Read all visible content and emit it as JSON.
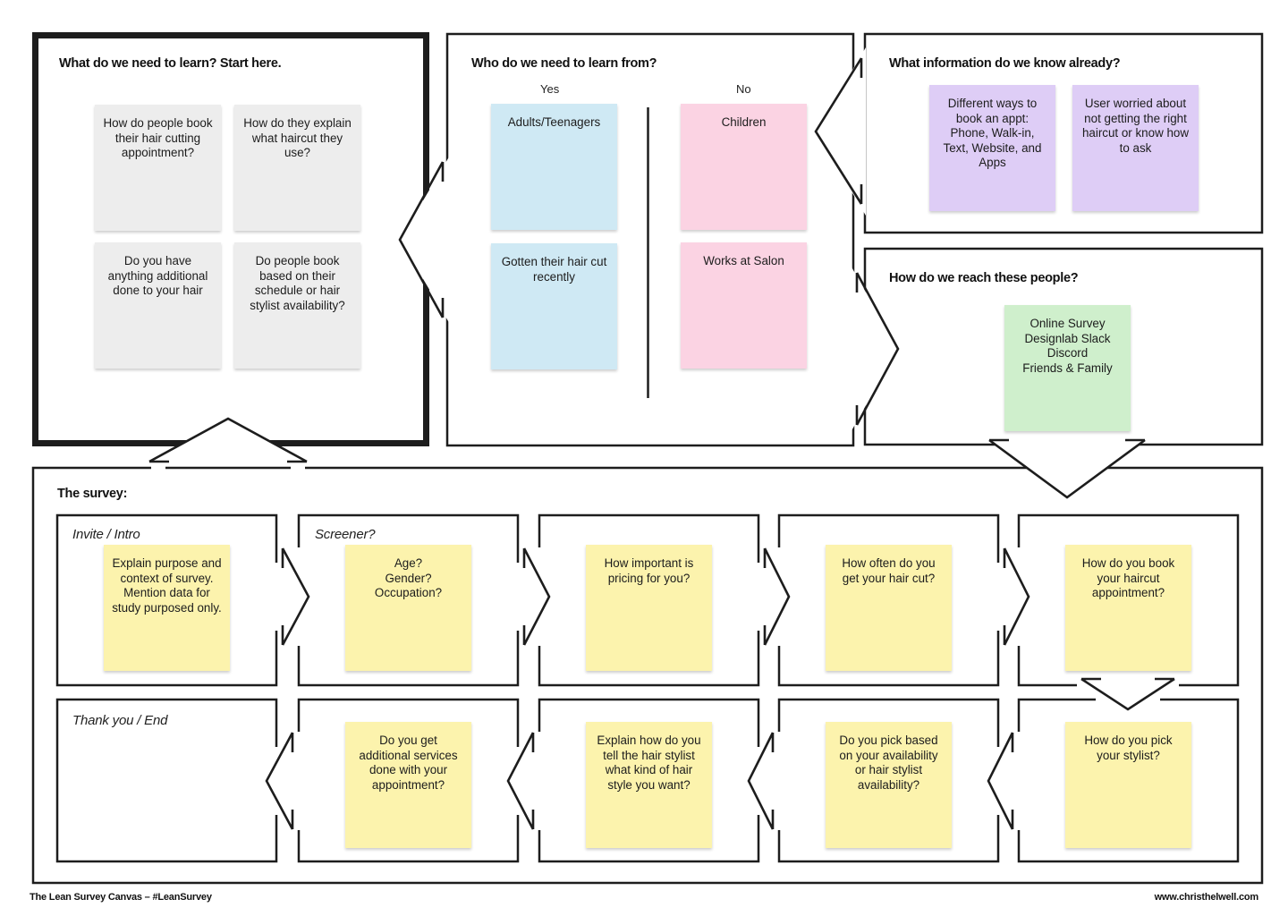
{
  "palette": {
    "ink": "#1d1d1d",
    "gray_note": "#ededed",
    "blue_note": "#cfe9f4",
    "pink_note": "#fbd3e3",
    "purple_note": "#decdf6",
    "green_note": "#cfefcc",
    "yellow_note": "#fcf3ad"
  },
  "learn": {
    "title": "What do we need to learn? Start here.",
    "notes": [
      "How do people book their hair cutting appointment?",
      "How do they explain what haircut they use?",
      "Do you have anything additional done to your hair",
      "Do people book based on their schedule or hair stylist availability?"
    ]
  },
  "who": {
    "title": "Who do we need to learn from?",
    "yes_label": "Yes",
    "no_label": "No",
    "yes_notes": [
      "Adults/Teenagers",
      "Gotten their hair cut recently"
    ],
    "no_notes": [
      "Children",
      "Works at Salon"
    ]
  },
  "know": {
    "title": "What information do we know already?",
    "notes": [
      "Different ways to book an appt: Phone, Walk-in, Text, Website, and Apps",
      "User worried about not getting the right haircut or know how to ask"
    ]
  },
  "reach": {
    "title": "How do we reach these people?",
    "note": "Online Survey\nDesignlab Slack\nDiscord\nFriends & Family"
  },
  "survey": {
    "title": "The survey:",
    "invite_label": "Invite / Intro",
    "screener_label": "Screener?",
    "thankyou_label": "Thank you / End",
    "row1_notes": [
      "Explain purpose and context of survey. Mention data for study purposed only.",
      "Age?\nGender?\nOccupation?",
      "How important is pricing for you?",
      "How often do you get your hair cut?",
      "How do you book your haircut appointment?"
    ],
    "row2_notes": [
      "Do you get additional services done with your appointment?",
      "Explain how do you tell the hair stylist what kind of hair style you want?",
      "Do you pick based on your availability or hair stylist availability?",
      "How do you pick your stylist?"
    ]
  },
  "footer": {
    "left": "The Lean Survey Canvas – #LeanSurvey",
    "right": "www.christhelwell.com"
  }
}
